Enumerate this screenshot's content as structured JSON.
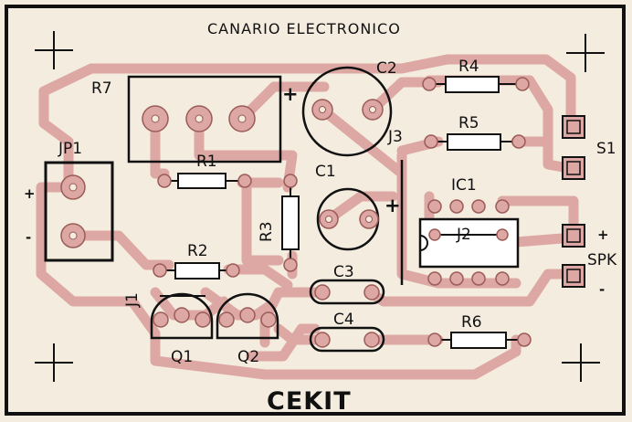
{
  "board": {
    "title": "CANARIO ELECTRONICO",
    "brand": "CEKIT",
    "colors": {
      "background": "#f3ecdf",
      "copper": "#dda7a3",
      "silkscreen": "#111111"
    }
  },
  "components": {
    "jp1": "JP1",
    "r7": "R7",
    "r1": "R1",
    "r2": "R2",
    "r3": "R3",
    "r4": "R4",
    "r5": "R5",
    "r6": "R6",
    "c1": "C1",
    "c2": "C2",
    "c3": "C3",
    "c4": "C4",
    "j1": "J1",
    "j2": "J2",
    "j3": "J3",
    "ic1": "IC1",
    "q1": "Q1",
    "q2": "Q2",
    "s1": "S1",
    "spk": "SPK"
  },
  "polarity": {
    "jp1_plus": "+",
    "jp1_minus": "-",
    "c2_plus": "+",
    "c1_plus": "+",
    "spk_plus": "+",
    "spk_minus": "-"
  }
}
